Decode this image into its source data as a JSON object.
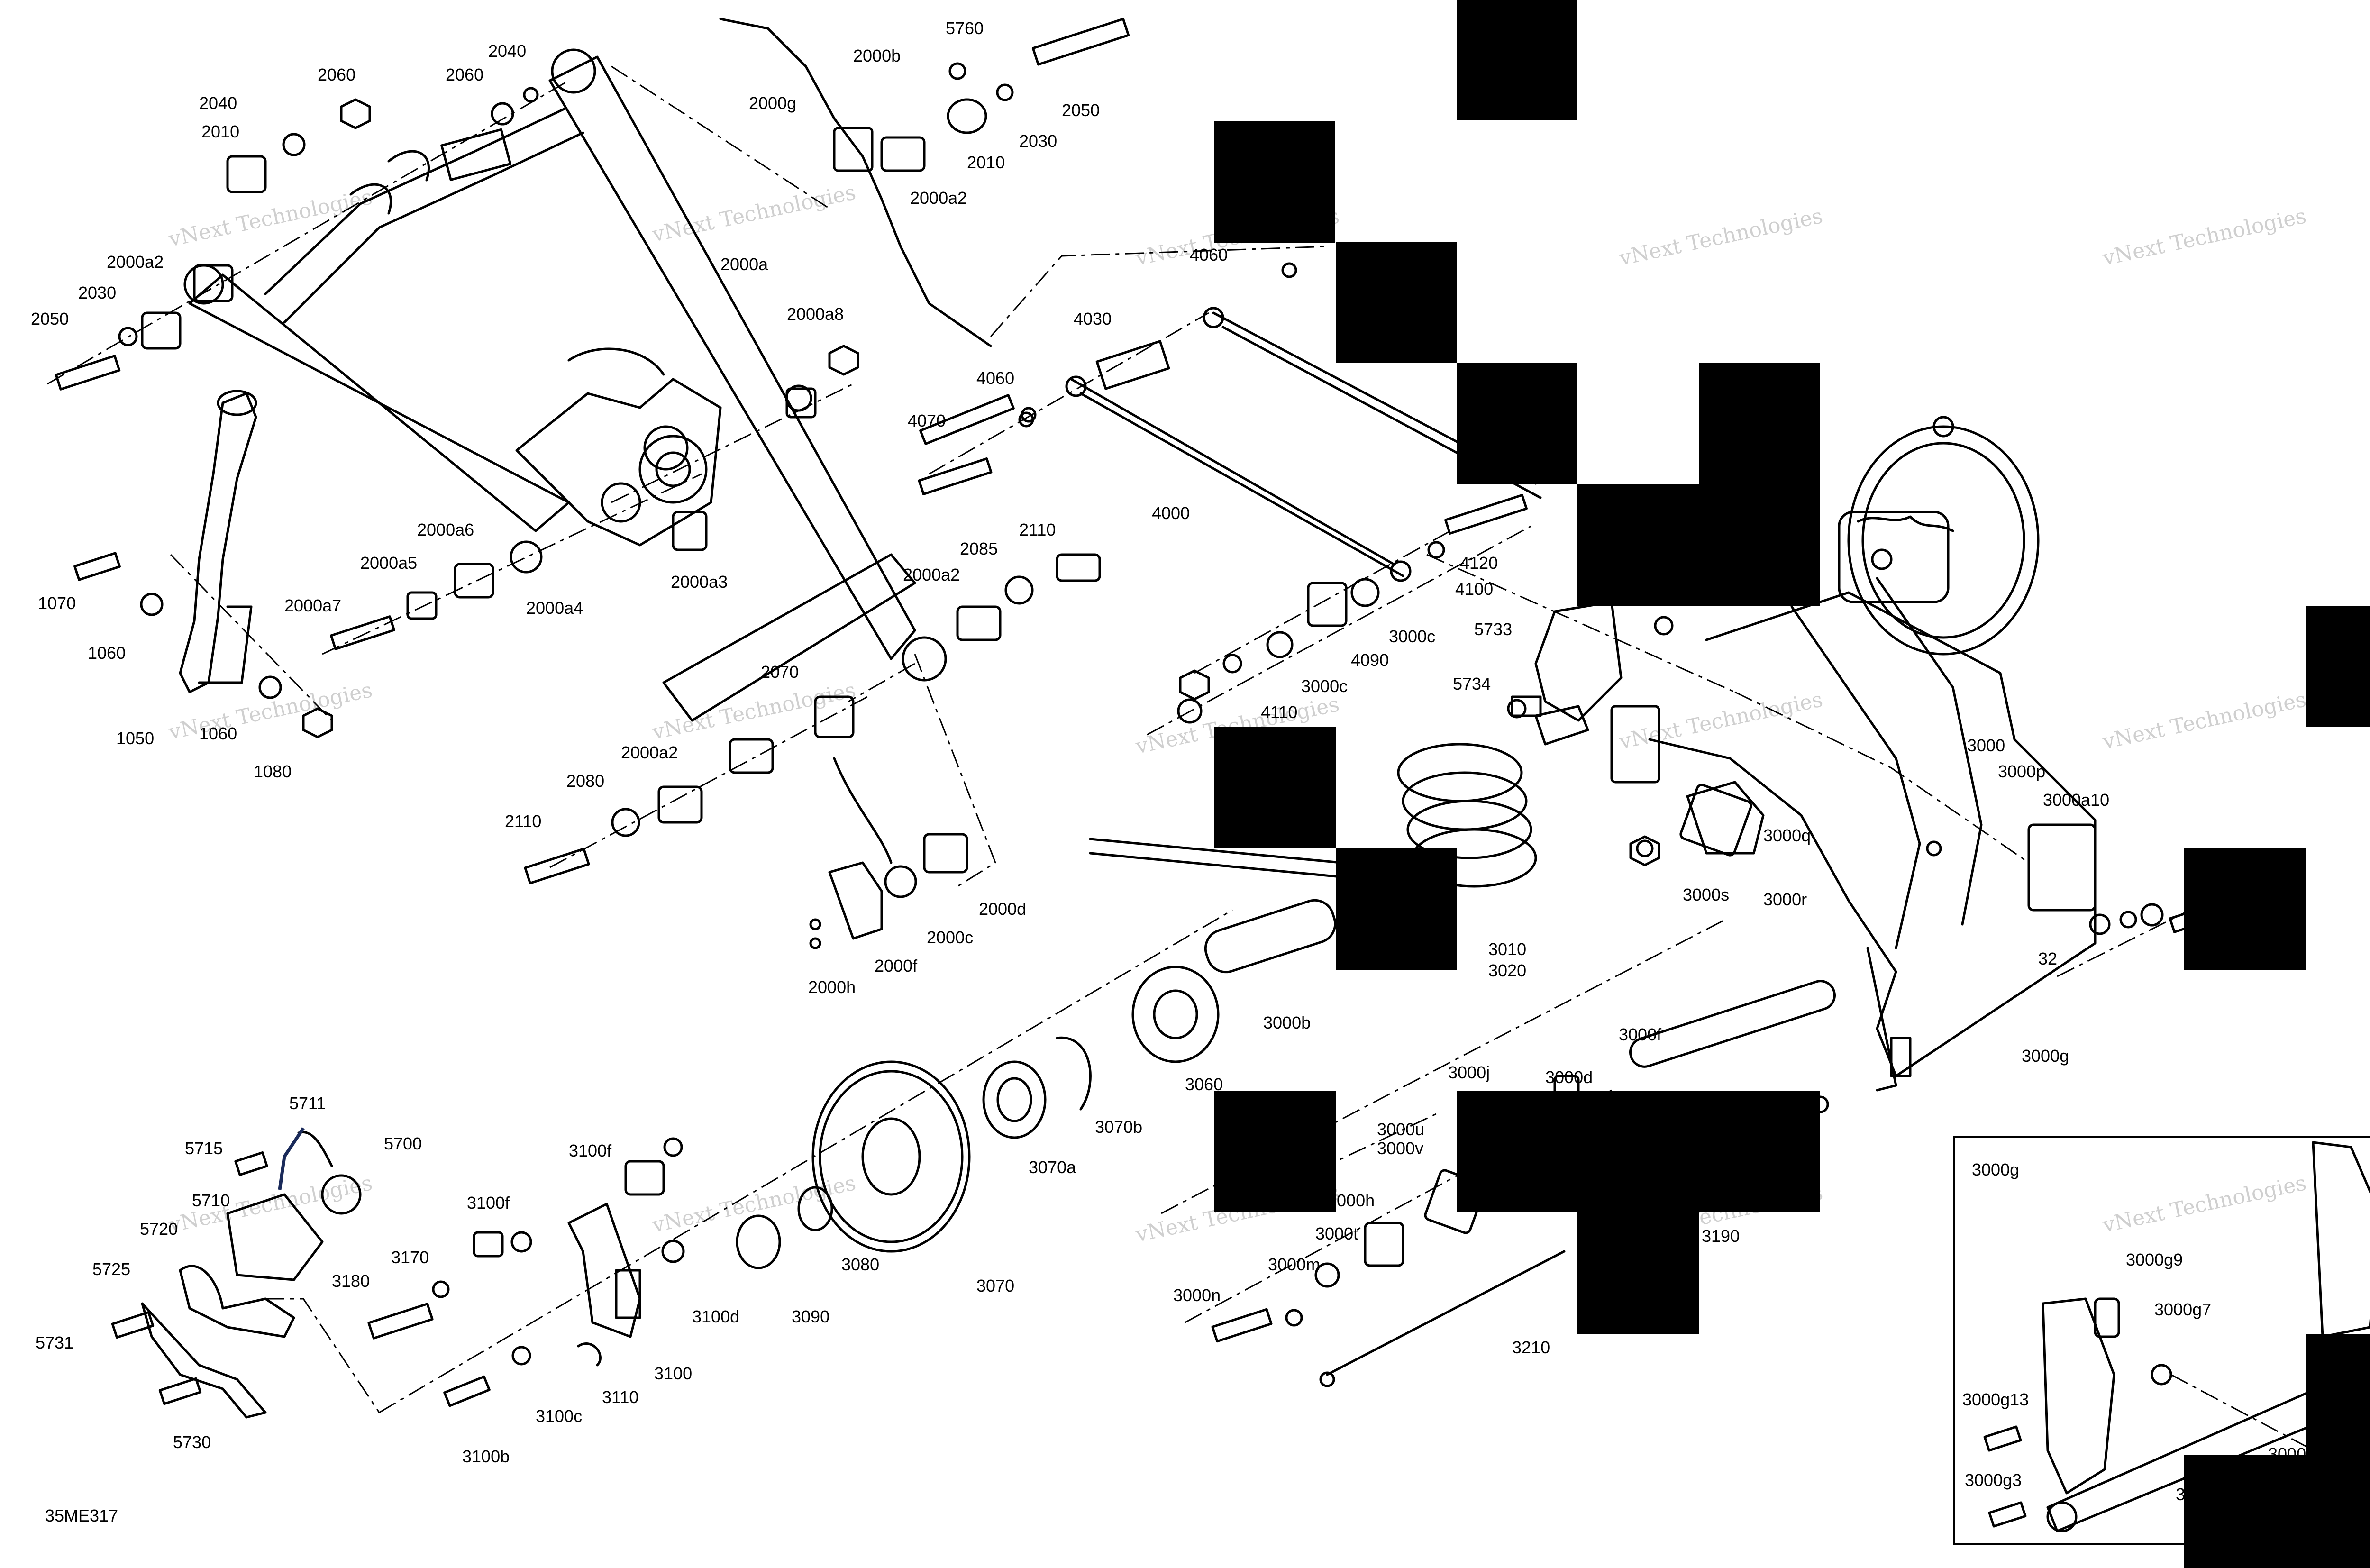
{
  "figure_code": "35ME317",
  "watermark": "vNext\nTechnologies",
  "inset": {
    "title": "3000g"
  },
  "labels": [
    "2000b",
    "5760",
    "2040",
    "2060",
    "2000g",
    "2060",
    "2040",
    "2050",
    "2010",
    "2010",
    "2030",
    "2000a2",
    "2000a2",
    "2030",
    "2050",
    "2000a",
    "2000a8",
    "4060",
    "4030",
    "4060",
    "4070",
    "4000",
    "4120",
    "4100",
    "2000a6",
    "2000a5",
    "2000a4",
    "2000a3",
    "2000a7",
    "2110",
    "2085",
    "2000a2",
    "1070",
    "1060",
    "1050",
    "1060",
    "1080",
    "2070",
    "2000a2",
    "2080",
    "2110",
    "2000d",
    "2000c",
    "2000f",
    "2000h",
    "3000c",
    "4090",
    "3000c",
    "4110",
    "5733",
    "5734",
    "3000",
    "3000p",
    "3000a10",
    "3000q",
    "3000r",
    "3000s",
    "3010",
    "3020",
    "3000b",
    "3060",
    "3070b",
    "3070a",
    "3070",
    "3080",
    "3090",
    "3000f",
    "3000g",
    "3000d",
    "3000j",
    "3000u",
    "3000v",
    "3000h",
    "3000t",
    "3000m",
    "3000n",
    "3190",
    "3210",
    "5711",
    "5715",
    "5700",
    "5710",
    "5720",
    "5725",
    "5731",
    "5730",
    "3100f",
    "3100f",
    "3170",
    "3180",
    "3100d",
    "3100",
    "3110",
    "3100c",
    "3100b",
    "3000g9",
    "3000g7",
    "3000g13",
    "3000g3",
    "3000",
    "3",
    "32"
  ]
}
